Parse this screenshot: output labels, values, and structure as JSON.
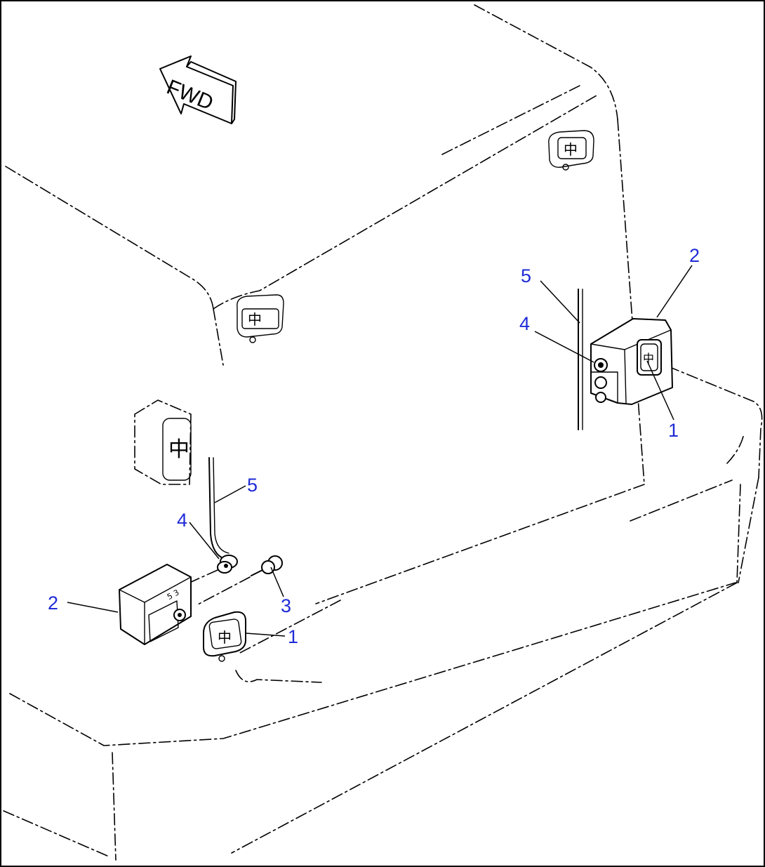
{
  "direction_label": "FWD",
  "callouts": [
    {
      "id": "right-5",
      "text": "5"
    },
    {
      "id": "right-4",
      "text": "4"
    },
    {
      "id": "right-2",
      "text": "2"
    },
    {
      "id": "right-1",
      "text": "1"
    },
    {
      "id": "left-5",
      "text": "5"
    },
    {
      "id": "left-4",
      "text": "4"
    },
    {
      "id": "left-3",
      "text": "3"
    },
    {
      "id": "left-2",
      "text": "2"
    },
    {
      "id": "left-1",
      "text": "1"
    }
  ],
  "lamp_symbol": "中",
  "callout_color": "#1f2bd6"
}
